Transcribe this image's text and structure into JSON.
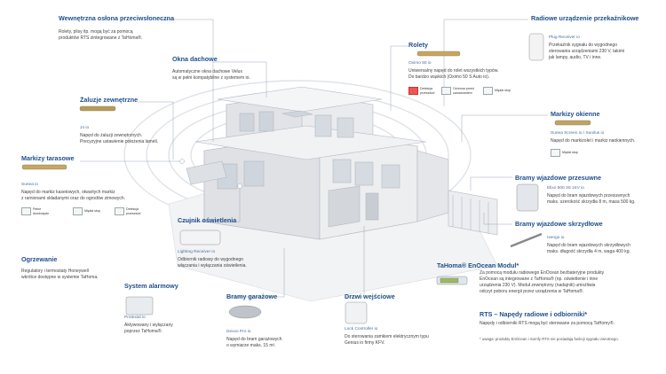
{
  "colors": {
    "title": "#1f4f8c",
    "line": "#9aa7b8",
    "house": "#c9ccd2",
    "accent": "#d94b4b"
  },
  "labels": [
    {
      "key": "osl",
      "title": "Wewnętrzna osłona przeciwsłoneczna",
      "product": "",
      "desc": [
        "Rolety, plisy itp. mogą być za pomocą",
        "produktów RTS zintegrowane z TaHoma®."
      ]
    },
    {
      "key": "okna",
      "title": "Okna dachowe",
      "product": "",
      "desc": [
        "Automatyczne okna dachowe Velux",
        "są w pełni kompatybilne z systemem io."
      ]
    },
    {
      "key": "rolety",
      "title": "Rolety",
      "product": "Oximo 50 io",
      "desc": [
        "Uniwersalny napęd do rolet wszystkich typów.",
        "Do bardzo wąskich (Oximo 50 S Auto io)."
      ]
    },
    {
      "key": "radio",
      "title": "Radiowe urządzenie przekaźnikowe",
      "product": "Plug Receiver io",
      "desc": [
        "Przekaźnik sygnału do wygodnego",
        "sterowania urządzeniami 230 V, takimi",
        "jak lampy, audio, TV i inne."
      ]
    },
    {
      "key": "zaluzje",
      "title": "Żaluzje zewnętrzne",
      "product": "J4 io",
      "desc": [
        "Napęd do żaluzji zewnętrznych.",
        "Precyzyjne ustawienie położenia lameli."
      ]
    },
    {
      "key": "markizy_okienne",
      "title": "Markizy okienne",
      "product": "Sunea Screen io / Sunilus io",
      "desc": [
        "Napęd do markizolet i markiz naokiennych."
      ]
    },
    {
      "key": "markizy_tar",
      "title": "Markizy tarasowe",
      "product": "Sunea io",
      "desc": [
        "Napęd do markiz kasetowych, otwartych markiz",
        "z ramionami składanymi oraz do ogrodów zimowych."
      ]
    },
    {
      "key": "bramy_prz",
      "title": "Bramy wjazdowe przesuwne",
      "product": "Elixo 500 3S 24V io",
      "desc": [
        "Napęd do bram wjazdowych przesuwnych",
        "maks. szerokość skrzydła 8 m, masa 500 kg."
      ]
    },
    {
      "key": "czujnik",
      "title": "Czujnik oświetlenia",
      "product": "Lighting Receiver io",
      "desc": [
        "Odbiornik radiowy do wygodnego",
        "włączania i wyłączania oświetlenia."
      ]
    },
    {
      "key": "bramy_skrz",
      "title": "Bramy wjazdowe skrzydłowe",
      "product": "Ixengo io",
      "desc": [
        "Napęd do bram wjazdowych skrzydłowych",
        "maks. długość skrzydła 4 m, waga 400 kg."
      ]
    },
    {
      "key": "ogrzewanie",
      "title": "Ogrzewanie",
      "product": "",
      "desc": [
        "Regulatory i termostaty Honeywell",
        "wkrótce dostępne w systemie TaHoma."
      ]
    },
    {
      "key": "enocean",
      "title": "TaHoma® EnOcean Modul*",
      "product": "",
      "desc": [
        "Za pomocą modułu radiowego EnOcean bezbateryjne produkty",
        "EnOcean są integrowane z TaHoma® (np. oświetlenie i inne",
        "urządzenia 230 V). Moduł zewnętrzny (nadajnik) umożliwia",
        "odczyt poboru energii przez urządzenia w TaHoma®."
      ]
    },
    {
      "key": "alarm",
      "title": "System alarmowy",
      "product": "Protexial io",
      "desc": [
        "Aktywowany i wyłączany",
        "poprzez TaHoma®."
      ]
    },
    {
      "key": "garaz",
      "title": "Bramy garażowe",
      "product": "Dexxo Pro io",
      "desc": [
        "Napęd do bram garażowych",
        "o wymiarze maks. 15 m²."
      ]
    },
    {
      "key": "drzwi",
      "title": "Drzwi wejściowe",
      "product": "Lock Controller io",
      "desc": [
        "Do sterowania zamkiem elektrycznym typu",
        "Genius io firmy KFV."
      ]
    },
    {
      "key": "rts",
      "title": "RTS – Napędy radiowe i odbiorniki*",
      "product": "",
      "desc": [
        "Napędy i odbiorniki RTS mogą być sterowane za pomocą TaHomy®."
      ]
    }
  ],
  "badges": {
    "rolety": [
      "Detekcja przeszkód",
      "Ochrona przed zamarzaniem",
      "Miękki stop"
    ],
    "markizy_okienne": [
      "Miękki stop"
    ],
    "markizy_tar": [
      "Pełne domknięcie",
      "Miękki stop",
      "Detekcja przeszkód"
    ]
  },
  "footnote": "* uwaga: produkty EnOcean i Somfy RTS nie posiadają funkcji sygnału zwrotnego."
}
